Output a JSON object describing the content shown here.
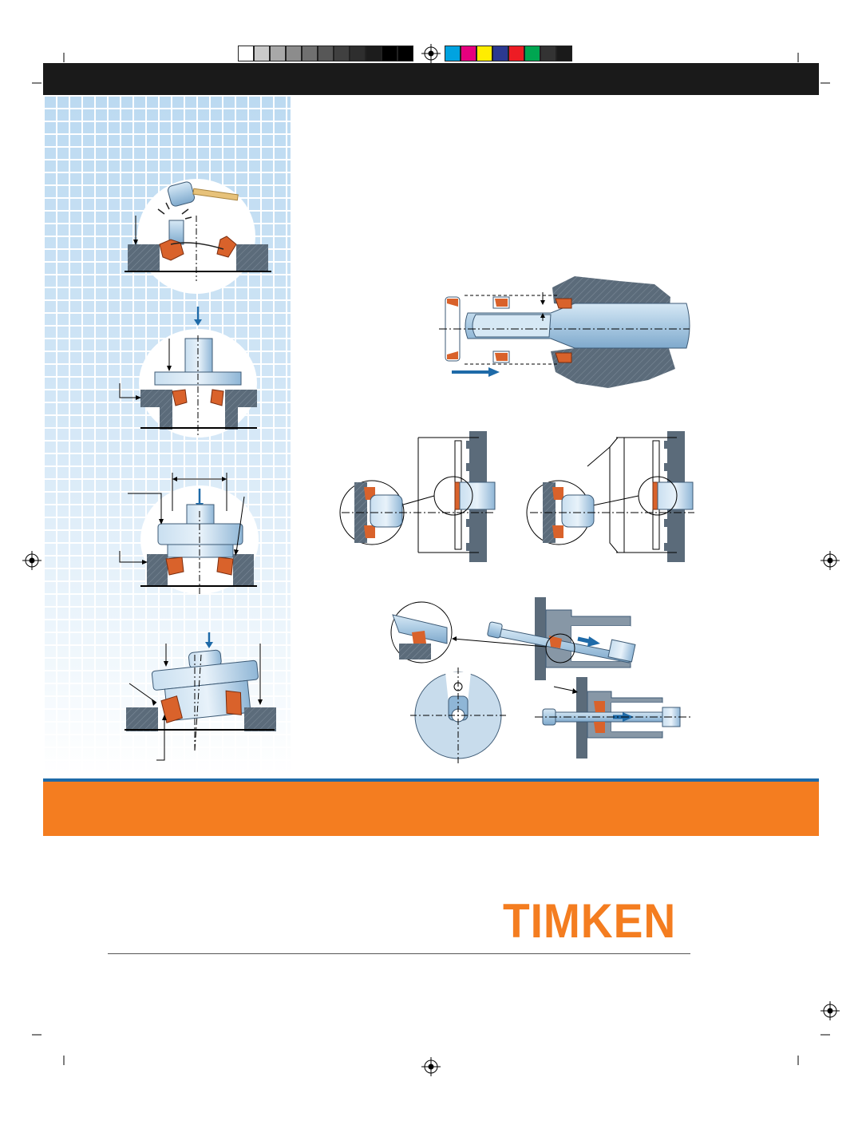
{
  "brand": {
    "logo_text": "TIMKEN",
    "orange": "#f47d20",
    "blue": "#1e6aa8",
    "steel_blue": "#8fb6d6",
    "seal_color": "#d9622b",
    "housing_gray": "#5b6b7a"
  },
  "print_marks": {
    "gray_swatches": [
      "#ffffff",
      "#c9c9c9",
      "#a8a8a8",
      "#8c8c8c",
      "#707070",
      "#575757",
      "#404040",
      "#2e2e2e",
      "#1c1c1c",
      "#000000",
      "#000000"
    ],
    "color_swatches": [
      "#00a3e0",
      "#e6007e",
      "#ffed00",
      "#2b3990",
      "#ed1c24",
      "#00a651",
      "#333333",
      "#1a1a1a"
    ]
  },
  "figures": [
    {
      "name": "hammer-install-figure"
    },
    {
      "name": "press-tool-install-figure"
    },
    {
      "name": "stepped-tool-install-figure"
    },
    {
      "name": "cocked-install-figure"
    },
    {
      "name": "shaft-sleeve-figure"
    },
    {
      "name": "housing-detail-left-figure"
    },
    {
      "name": "housing-detail-right-figure"
    },
    {
      "name": "angled-shaft-figure"
    },
    {
      "name": "round-plate-figure"
    },
    {
      "name": "straight-shaft-figure"
    }
  ]
}
